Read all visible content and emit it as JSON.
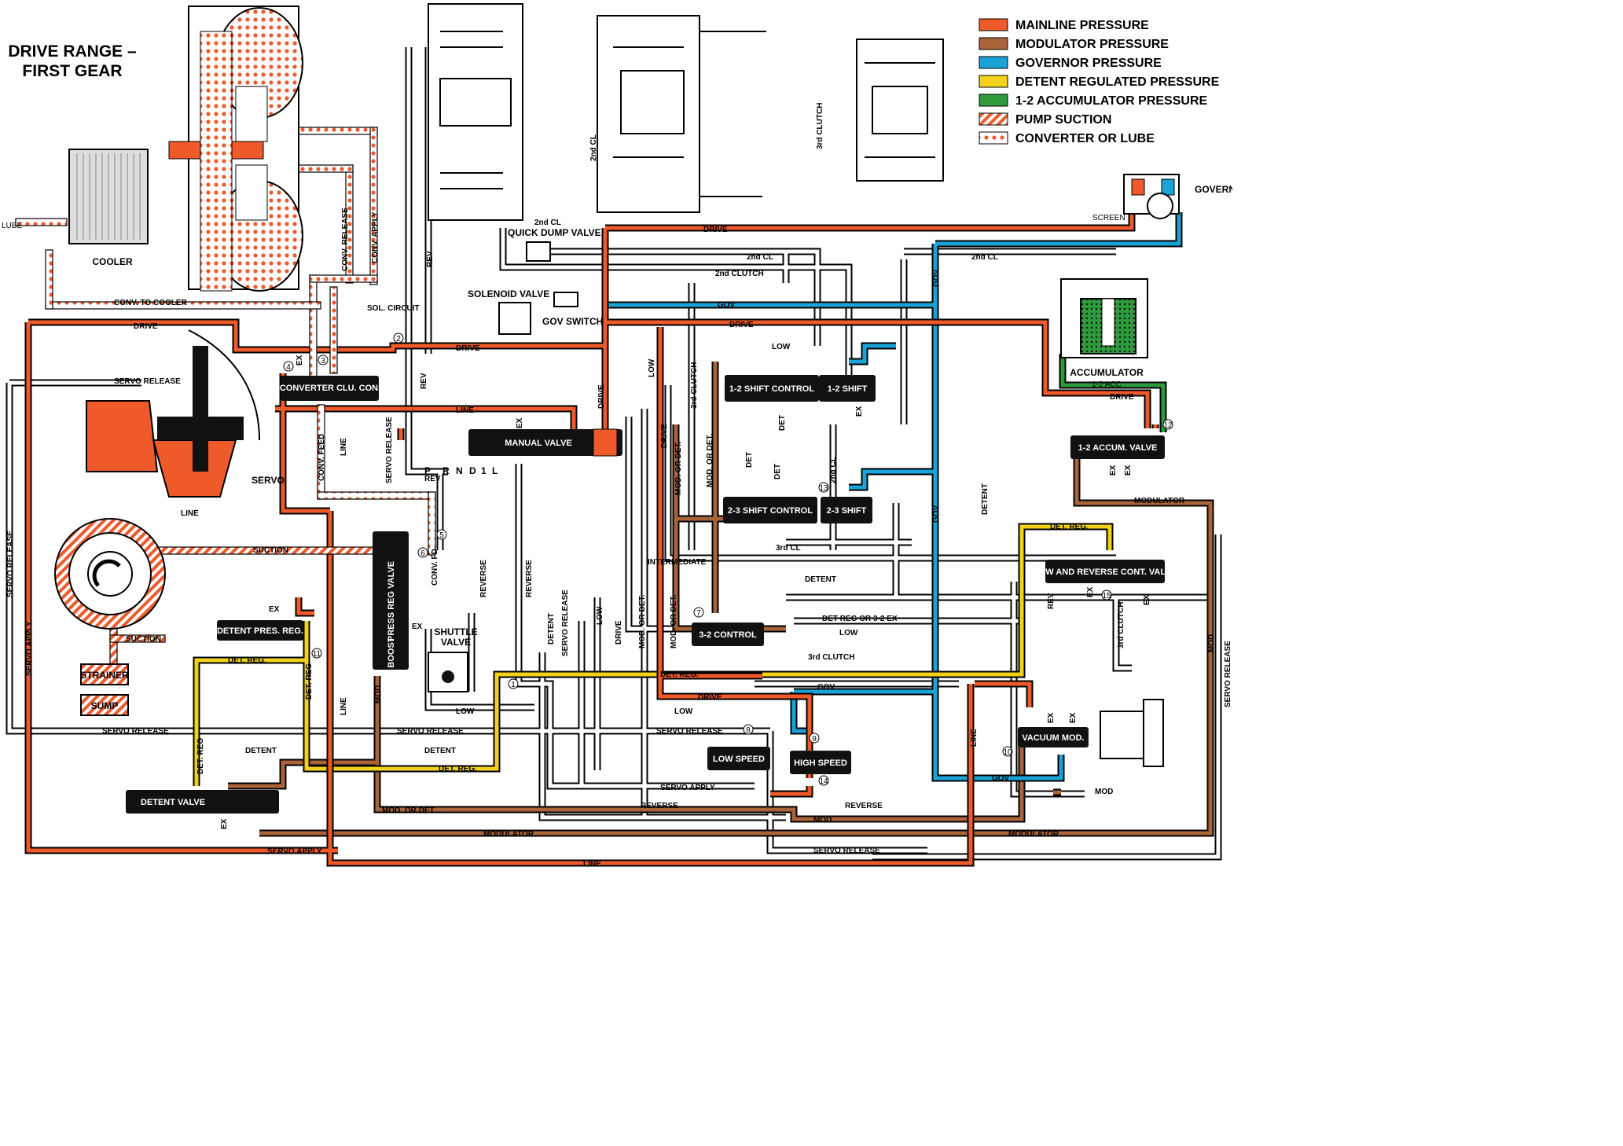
{
  "title": {
    "line1": "DRIVE RANGE –",
    "line2": "FIRST GEAR"
  },
  "colors": {
    "mainline": "#ef5a2a",
    "modulator": "#a9643a",
    "governor": "#1aa3d8",
    "detent": "#f2d21a",
    "accumulator": "#2e9a3c",
    "suction": "#ef5a2a",
    "lube": "#ef5a2a"
  },
  "legend": [
    {
      "label": "MAINLINE PRESSURE",
      "style": "mainline"
    },
    {
      "label": "MODULATOR PRESSURE",
      "style": "modulator"
    },
    {
      "label": "GOVERNOR PRESSURE",
      "style": "governor"
    },
    {
      "label": "DETENT REGULATED PRESSURE",
      "style": "detent"
    },
    {
      "label": "1-2 ACCUMULATOR PRESSURE",
      "style": "accumulator"
    },
    {
      "label": "PUMP SUCTION",
      "style": "suction"
    },
    {
      "label": "CONVERTER OR LUBE",
      "style": "lube"
    }
  ],
  "components": {
    "cooler": "COOLER",
    "lube": "LUBE",
    "servo": "SERVO",
    "strainer": "STRAINER",
    "sump": "SUMP",
    "governor": "GOVERNOR",
    "screen": "SCREEN",
    "accumulator": "ACCUMULATOR",
    "solenoid": "SOLENOID VALVE",
    "gov_switch": "GOV SWITCH",
    "shuttle_1": "SHUTTLE",
    "shuttle_2": "VALVE",
    "quick_dump": "QUICK DUMP VALVE"
  },
  "valves": {
    "converter_clu": "CONVERTER CLU. CON.",
    "manual": "MANUAL VALVE",
    "shift12_control": "1-2 SHIFT CONTROL",
    "shift12": "1-2 SHIFT",
    "shift23_control": "2-3 SHIFT CONTROL",
    "shift23": "2-3 SHIFT",
    "control32": "3-2 CONTROL",
    "accum12": "1-2 ACCUM. VALVE",
    "low_rev": "LOW AND REVERSE CONT. VALVE",
    "detent_pres": "DETENT PRES. REG.",
    "detent_valve": "DETENT VALVE",
    "press_reg": "PRESS REG VALVE",
    "boost": "BOOST",
    "vacuum_mod": "VACUUM MOD.",
    "low_speed": "LOW SPEED",
    "high_speed": "HIGH SPEED"
  },
  "selector": [
    "P",
    "R",
    "N",
    "D",
    "1",
    "L"
  ],
  "lines": {
    "drive": "DRIVE",
    "line": "LINE",
    "rev": "REV",
    "reverse": "REVERSE",
    "low": "LOW",
    "gov": "GOV",
    "mod": "MOD",
    "modulator": "MODULATOR",
    "mod_or_det": "MOD. OR DET.",
    "det_reg": "DET. REG.",
    "det_reg2": "DET. REG",
    "detent": "DETENT",
    "det": "DET",
    "servo_release": "SERVO RELEASE",
    "servo_apply": "SERVO APPLY",
    "suction": "SUCTION",
    "conv_to_cooler": "CONV. TO COOLER",
    "conv_release": "CONV. RELEASE",
    "conv_apply": "CONV. APPLY",
    "conv_feed": "CONV. FEED",
    "conv_fd": "CONV. FD",
    "sol_circuit": "SOL. CIRCUIT",
    "ex": "EX",
    "second_cl": "2nd CL",
    "second_clutch": "2nd CLUTCH",
    "third_cl": "3rd CL",
    "third_clutch": "3rd CLUTCH",
    "intermediate": "INTERMEDIATE",
    "det_reg_or_32": "DET REG OR 3-2 EX",
    "acc12": "1-2 ACC"
  },
  "markers": [
    "1",
    "2",
    "3",
    "4",
    "5",
    "6",
    "7",
    "8",
    "9",
    "10",
    "11",
    "12",
    "13",
    "14",
    "15"
  ]
}
